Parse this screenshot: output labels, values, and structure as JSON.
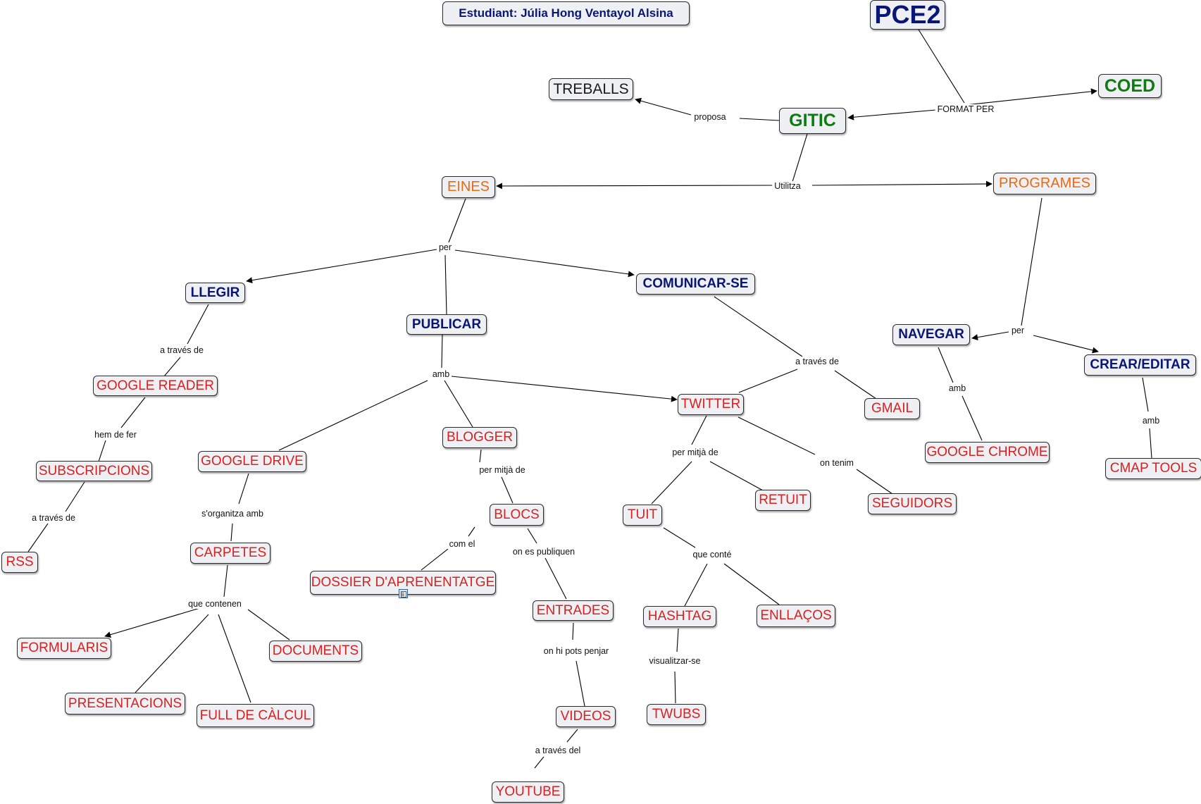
{
  "concept_map": {
    "student": "Estudiant: Júlia Hong Ventayol Alsina",
    "nodes": {
      "pce2": "PCE2",
      "gitic": "GITIC",
      "coed": "COED",
      "treballs": "TREBALLS",
      "eines": "EINES",
      "programes": "PROGRAMES",
      "llegir": "LLEGIR",
      "publicar": "PUBLICAR",
      "comunicar": "COMUNICAR-SE",
      "navegar": "NAVEGAR",
      "crear": "CREAR/EDITAR",
      "google_reader": "GOOGLE READER",
      "subscripcions": "SUBSCRIPCIONS",
      "rss": "RSS",
      "google_drive": "GOOGLE DRIVE",
      "carpetes": "CARPETES",
      "formularis": "FORMULARIS",
      "documents": "DOCUMENTS",
      "presentacions": "PRESENTACIONS",
      "full_calcul": "FULL DE CÀLCUL",
      "blogger": "BLOGGER",
      "blocs": "BLOCS",
      "dossier": "DOSSIER D'APRENENTATGE",
      "entrades": "ENTRADES",
      "videos": "VIDEOS",
      "youtube": "YOUTUBE",
      "twitter": "TWITTER",
      "gmail": "GMAIL",
      "tuit": "TUIT",
      "retuit": "RETUIT",
      "seguidors": "SEGUIDORS",
      "hashtag": "HASHTAG",
      "enllacos": "ENLLAÇOS",
      "twubs": "TWUBS",
      "google_chrome": "GOOGLE CHROME",
      "cmap_tools": "CMAP TOOLS"
    },
    "links": {
      "format_per": "FORMAT PER",
      "proposa": "proposa",
      "utilitza": "Utilitza",
      "per_eines": "per",
      "per_programes": "per",
      "a_traves_llegir": "a través de",
      "hem_de_fer": "hem de fer",
      "a_traves_subs": "a través de",
      "amb_publicar": "amb",
      "sorganitza": "s'organitza amb",
      "que_contenen": "que contenen",
      "per_mitja_blogger": "per mitjà de",
      "com_el": "com el",
      "on_es_publiquen": "on es publiquen",
      "on_hi_pots": "on hi pots penjar",
      "a_traves_del": "a través del",
      "a_traves_comunicar": "a través de",
      "per_mitja_twitter": "per mitjà de",
      "on_tenim": "on tenim",
      "que_conte": "que conté",
      "visualitzar": "visualitzar-se",
      "amb_navegar": "amb",
      "amb_crear": "amb"
    },
    "icons": {
      "dossier_resource": "document-resource-icon"
    },
    "colors": {
      "red": "#dc1f1f",
      "navy": "#0a1676",
      "orange": "#ea6a12",
      "green": "#0f7a12",
      "node_fill": "#eef0f3"
    }
  }
}
